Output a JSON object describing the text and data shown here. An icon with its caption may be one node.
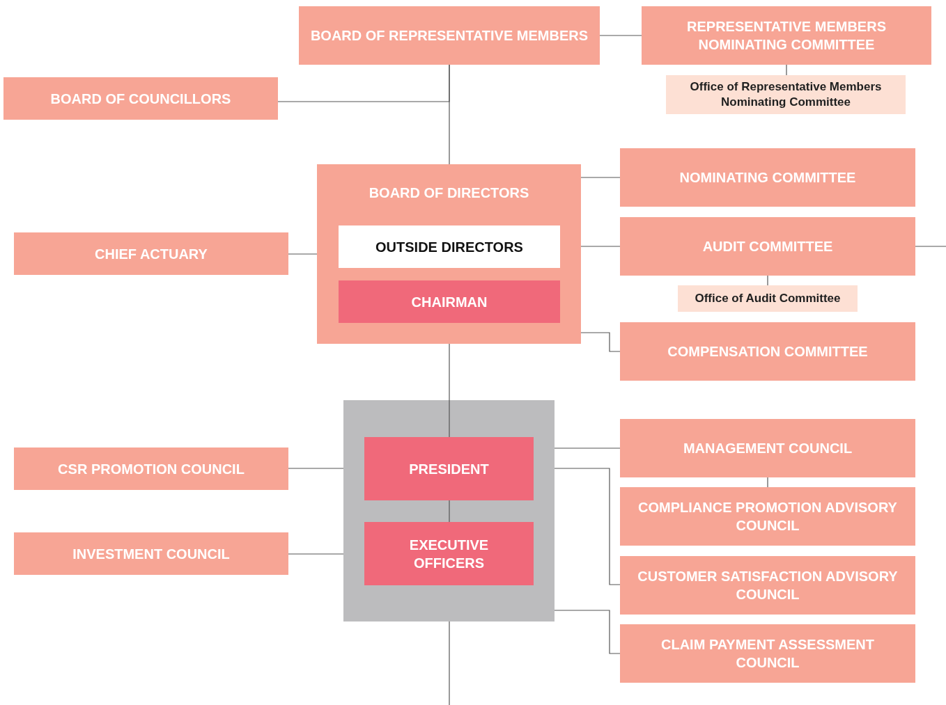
{
  "diagram": {
    "nodes": [
      {
        "text": [
          "BOARD OF REPRESENTATIVE MEMBERS"
        ]
      },
      {
        "text": [
          "REPRESENTATIVE MEMBERS NOMINATING COMMITTEE"
        ]
      },
      {
        "text": [
          "Office of Representative Members Nominating Committee"
        ]
      },
      {
        "text": [
          "BOARD OF COUNCILLORS"
        ]
      },
      {
        "text": [
          "BOARD OF DIRECTORS"
        ]
      },
      {
        "text": [
          "OUTSIDE DIRECTORS"
        ],
        "in": 4
      },
      {
        "text": [
          "CHAIRMAN"
        ],
        "in": 4
      },
      {
        "text": [
          "NOMINATING COMMITTEE"
        ]
      },
      {
        "text": [
          "CHIEF ACTUARY"
        ]
      },
      {
        "text": [
          "AUDIT COMMITTEE"
        ]
      },
      {
        "text": [
          "Office of Audit Committee"
        ]
      },
      {
        "text": [
          "COMPENSATION COMMITTEE"
        ]
      },
      {
        "text": [],
        "shape": "box"
      },
      {
        "text": [
          "PRESIDENT"
        ],
        "in": 12
      },
      {
        "text": [
          "EXECUTIVE OFFICERS"
        ],
        "in": 12
      },
      {
        "text": [
          "MANAGEMENT COUNCIL"
        ]
      },
      {
        "text": [
          "CSR PROMOTION COUNCIL"
        ]
      },
      {
        "text": [
          "COMPLIANCE PROMOTION ADVISORY COUNCIL"
        ]
      },
      {
        "text": [
          "INVESTMENT COUNCIL"
        ]
      },
      {
        "text": [
          "CUSTOMER SATISFACTION ADVISORY COUNCIL"
        ]
      },
      {
        "text": [
          "CLAIM PAYMENT ASSESSMENT COUNCIL"
        ]
      }
    ],
    "edges": [
      {
        "from": 0,
        "to": 1,
        "arrow": "none"
      },
      {
        "from": 1,
        "to": 2,
        "arrow": "none"
      },
      {
        "from": 0,
        "to": 3,
        "arrow": "none"
      },
      {
        "from": 0,
        "to": 4,
        "arrow": "none"
      },
      {
        "from": 4,
        "to": 7,
        "arrow": "none"
      },
      {
        "from": 4,
        "to": 8,
        "arrow": "none"
      },
      {
        "from": 4,
        "to": 9,
        "arrow": "none"
      },
      {
        "from": 9,
        "to": null,
        "arrow": "none"
      },
      {
        "from": 9,
        "to": 10,
        "arrow": "none"
      },
      {
        "from": 4,
        "to": 11,
        "arrow": "none"
      },
      {
        "from": 4,
        "to": 13,
        "arrow": "none"
      },
      {
        "from": 13,
        "to": 14,
        "arrow": "none"
      },
      {
        "from": 12,
        "to": 15,
        "arrow": "none"
      },
      {
        "from": 15,
        "to": 17,
        "arrow": "none"
      },
      {
        "from": 12,
        "to": 16,
        "arrow": "none"
      },
      {
        "from": 12,
        "to": 18,
        "arrow": "none"
      },
      {
        "from": 12,
        "to": 19,
        "arrow": "none"
      },
      {
        "from": 12,
        "to": 20,
        "arrow": "none"
      },
      {
        "from": 12,
        "to": null,
        "arrow": "none"
      }
    ]
  }
}
